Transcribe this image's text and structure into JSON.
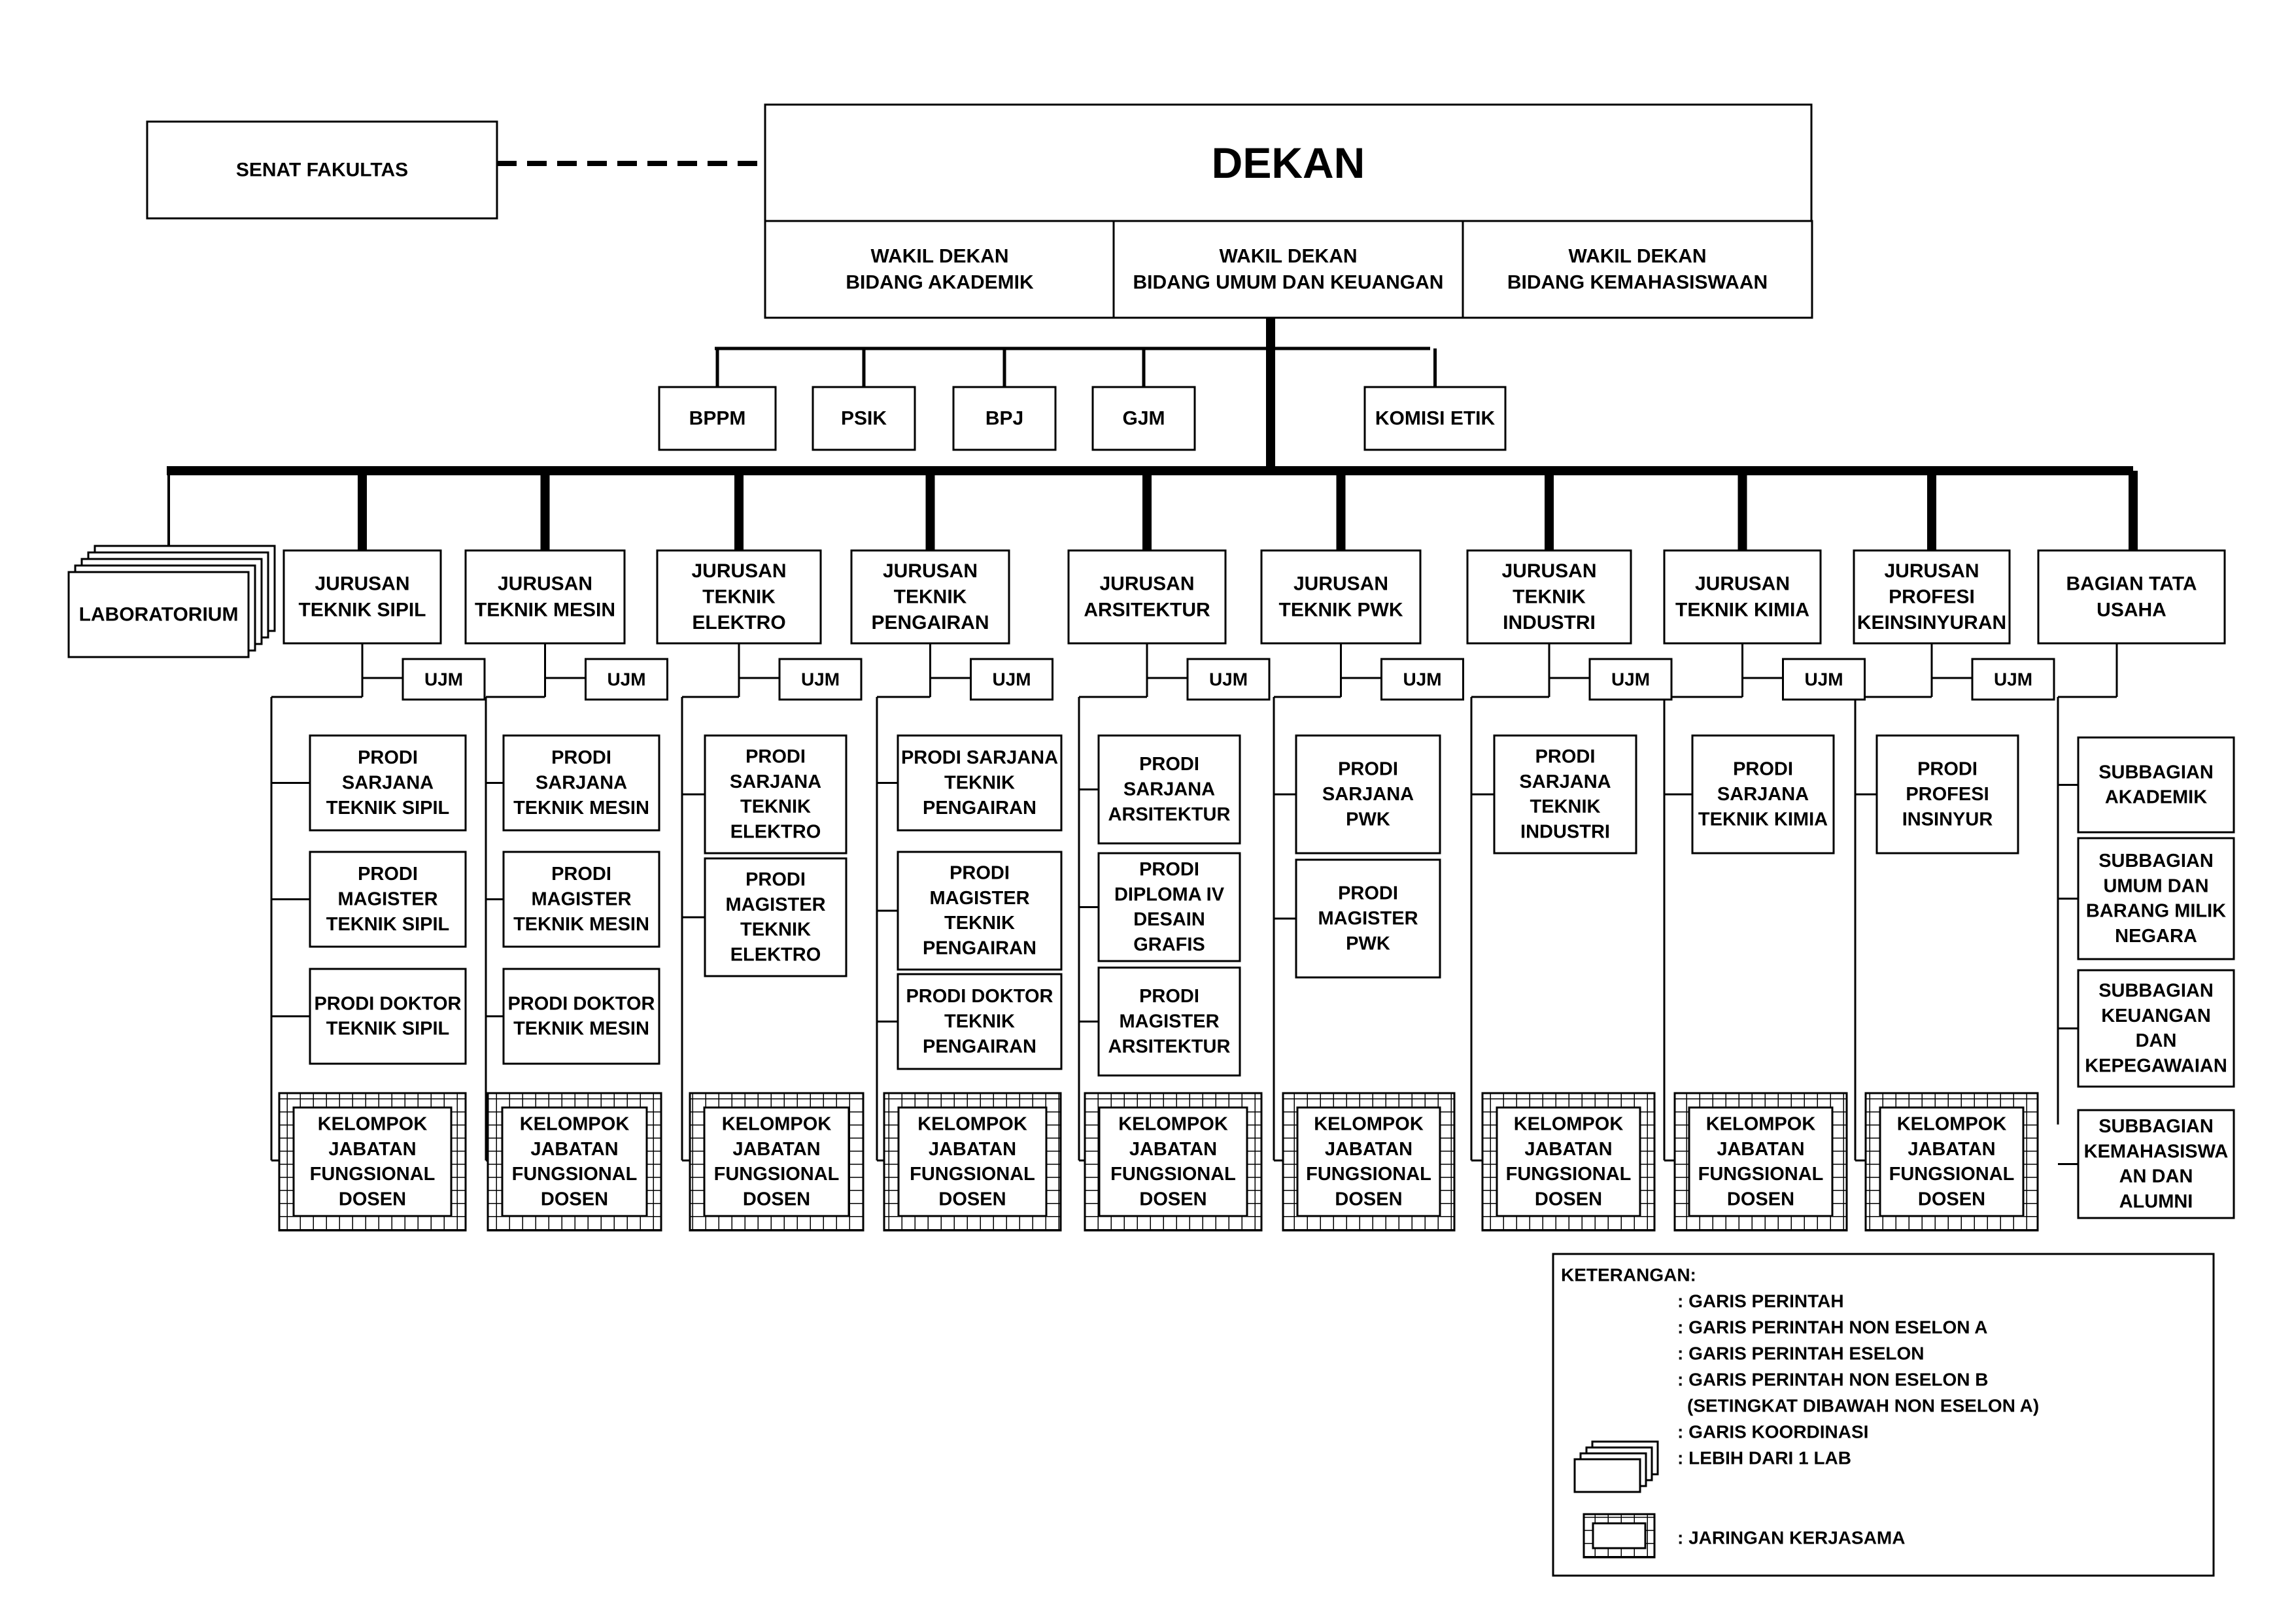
{
  "senat": "SENAT FAKULTAS",
  "dekan": "DEKAN",
  "wakil": [
    [
      "WAKIL DEKAN",
      "BIDANG AKADEMIK"
    ],
    [
      "WAKIL DEKAN",
      "BIDANG UMUM DAN KEUANGAN"
    ],
    [
      "WAKIL DEKAN",
      "BIDANG KEMAHASISWAAN"
    ]
  ],
  "units": [
    "BPPM",
    "PSIK",
    "BPJ",
    "GJM",
    "KOMISI ETIK"
  ],
  "laboratorium": "LABORATORIUM",
  "ujm": "UJM",
  "kelompok": [
    "KELOMPOK",
    "JABATAN",
    "FUNGSIONAL",
    "DOSEN"
  ],
  "jurusan": [
    {
      "title": [
        "JURUSAN",
        "TEKNIK SIPIL"
      ],
      "prodi": [
        [
          "PRODI",
          "SARJANA",
          "TEKNIK SIPIL"
        ],
        [
          "PRODI",
          "MAGISTER",
          "TEKNIK SIPIL"
        ],
        [
          "PRODI DOKTOR",
          "TEKNIK SIPIL"
        ]
      ]
    },
    {
      "title": [
        "JURUSAN",
        "TEKNIK MESIN"
      ],
      "prodi": [
        [
          "PRODI",
          "SARJANA",
          "TEKNIK MESIN"
        ],
        [
          "PRODI",
          "MAGISTER",
          "TEKNIK MESIN"
        ],
        [
          "PRODI DOKTOR",
          "TEKNIK MESIN"
        ]
      ]
    },
    {
      "title": [
        "JURUSAN",
        "TEKNIK",
        "ELEKTRO"
      ],
      "prodi": [
        [
          "PRODI",
          "SARJANA",
          "TEKNIK",
          "ELEKTRO"
        ],
        [
          "PRODI",
          "MAGISTER",
          "TEKNIK",
          "ELEKTRO"
        ]
      ]
    },
    {
      "title": [
        "JURUSAN",
        "TEKNIK",
        "PENGAIRAN"
      ],
      "prodi": [
        [
          "PRODI SARJANA",
          "TEKNIK",
          "PENGAIRAN"
        ],
        [
          "PRODI",
          "MAGISTER",
          "TEKNIK",
          "PENGAIRAN"
        ],
        [
          "PRODI DOKTOR",
          "TEKNIK",
          "PENGAIRAN"
        ]
      ]
    },
    {
      "title": [
        "JURUSAN",
        "ARSITEKTUR"
      ],
      "prodi": [
        [
          "PRODI",
          "SARJANA",
          "ARSITEKTUR"
        ],
        [
          "PRODI",
          "DIPLOMA IV",
          "DESAIN",
          "GRAFIS"
        ],
        [
          "PRODI",
          "MAGISTER",
          "ARSITEKTUR"
        ]
      ]
    },
    {
      "title": [
        "JURUSAN",
        "TEKNIK PWK"
      ],
      "prodi": [
        [
          "PRODI",
          "SARJANA",
          "PWK"
        ],
        [
          "PRODI",
          "MAGISTER",
          "PWK"
        ]
      ]
    },
    {
      "title": [
        "JURUSAN",
        "TEKNIK",
        "INDUSTRI"
      ],
      "prodi": [
        [
          "PRODI",
          "SARJANA",
          "TEKNIK",
          "INDUSTRI"
        ]
      ]
    },
    {
      "title": [
        "JURUSAN",
        "TEKNIK KIMIA"
      ],
      "prodi": [
        [
          "PRODI",
          "SARJANA",
          "TEKNIK KIMIA"
        ]
      ]
    },
    {
      "title": [
        "JURUSAN",
        "PROFESI",
        "KEINSINYURAN"
      ],
      "prodi": [
        [
          "PRODI",
          "PROFESI",
          "INSINYUR"
        ]
      ]
    }
  ],
  "tata_usaha": {
    "title": [
      "BAGIAN TATA",
      "USAHA"
    ],
    "sub": [
      [
        "SUBBAGIAN",
        "AKADEMIK"
      ],
      [
        "SUBBAGIAN",
        "UMUM DAN",
        "BARANG MILIK",
        "NEGARA"
      ],
      [
        "SUBBAGIAN",
        "KEUANGAN",
        "DAN",
        "KEPEGAWAIAN"
      ],
      [
        "SUBBAGIAN",
        "KEMAHASISWA",
        "AN DAN",
        "ALUMNI"
      ]
    ]
  },
  "legend": {
    "title": "KETERANGAN:",
    "items": [
      ": GARIS PERINTAH",
      ": GARIS PERINTAH NON ESELON A",
      ": GARIS PERINTAH ESELON",
      ": GARIS PERINTAH NON ESELON B",
      "(SETINGKAT DIBAWAH NON ESELON A)",
      ": GARIS KOORDINASI",
      ": LEBIH DARI 1 LAB",
      ": JARINGAN KERJASAMA"
    ]
  }
}
